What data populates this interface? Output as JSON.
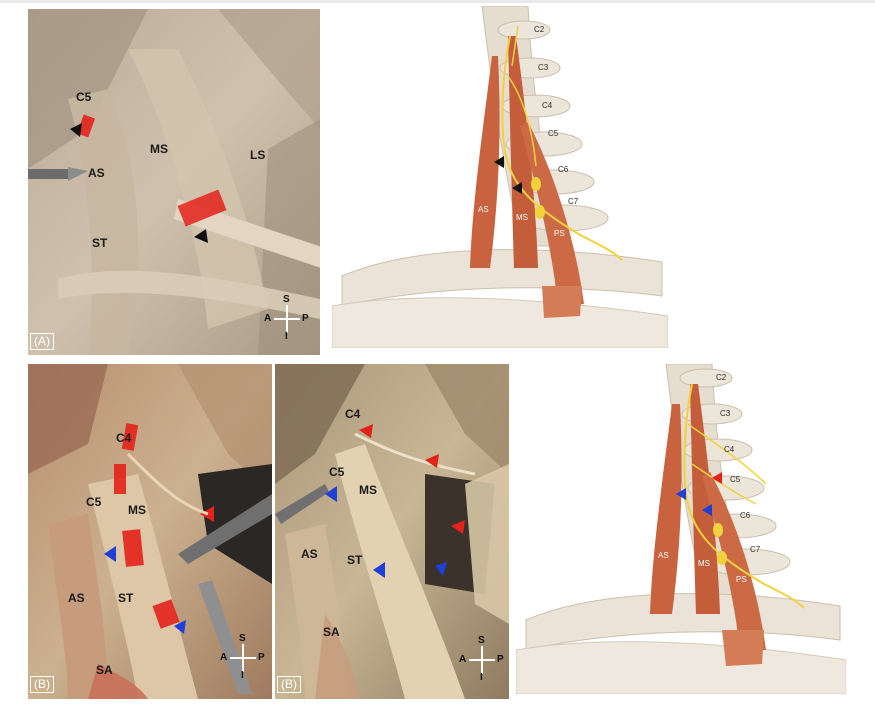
{
  "panels": {
    "photo_a": {
      "tag": "(A)",
      "labels": {
        "c5": "C5",
        "as": "AS",
        "ms": "MS",
        "ls": "LS",
        "st": "ST"
      },
      "compass": {
        "s": "S",
        "a": "A",
        "p": "P",
        "i": "I"
      }
    },
    "illustration_a": {
      "vertebrae": [
        "C2",
        "C3",
        "C4",
        "C5",
        "C6",
        "C7"
      ],
      "muscles": {
        "as": "AS",
        "ms": "MS",
        "ps": "PS"
      }
    },
    "photo_b1": {
      "tag": "(B)",
      "labels": {
        "c4": "C4",
        "c5": "C5",
        "ms": "MS",
        "as": "AS",
        "st": "ST",
        "sa": "SA"
      },
      "compass": {
        "s": "S",
        "a": "A",
        "p": "P",
        "i": "I"
      }
    },
    "photo_b2": {
      "tag": "(B)",
      "labels": {
        "c4": "C4",
        "c5": "C5",
        "ms": "MS",
        "as": "AS",
        "st": "ST",
        "sa": "SA"
      },
      "compass": {
        "s": "S",
        "a": "A",
        "p": "P",
        "i": "I"
      }
    },
    "illustration_b": {
      "vertebrae": [
        "C2",
        "C3",
        "C4",
        "C5",
        "C6",
        "C7"
      ],
      "muscles": {
        "as": "AS",
        "ms": "MS",
        "ps": "PS"
      }
    }
  },
  "colors": {
    "tissue": "#c9b9a3",
    "muscle": "#c8623f",
    "nerve": "#f1d23b",
    "marker_red": "#e3221b",
    "marker_blue": "#1f3fd6",
    "bone": "#e6ddd1"
  }
}
